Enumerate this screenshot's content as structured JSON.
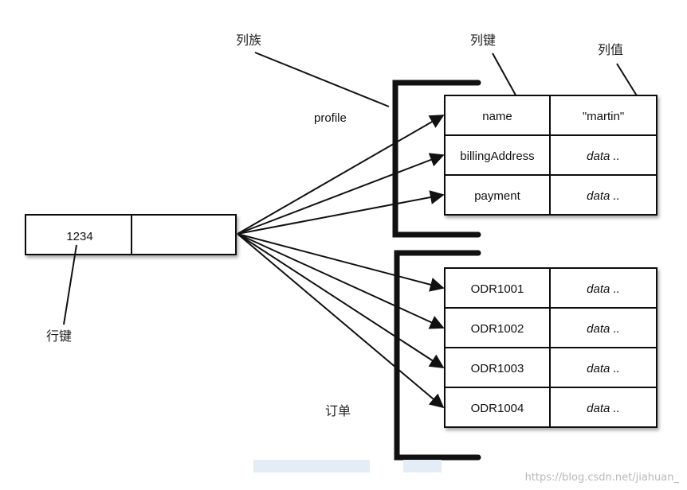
{
  "labels": {
    "column_family": "列族",
    "column_key": "列键",
    "column_value": "列值",
    "row_key": "行键",
    "orders": "订单"
  },
  "row_key_value": "1234",
  "profile": {
    "name": "profile",
    "rows": [
      {
        "key": "name",
        "value": "\"martin\""
      },
      {
        "key": "billingAddress",
        "value": "data .."
      },
      {
        "key": "payment",
        "value": "data .."
      }
    ]
  },
  "orders": {
    "rows": [
      {
        "key": "ODR1001",
        "value": "data .."
      },
      {
        "key": "ODR1002",
        "value": "data .."
      },
      {
        "key": "ODR1003",
        "value": "data .."
      },
      {
        "key": "ODR1004",
        "value": "data .."
      }
    ]
  },
  "watermark": "https://blog.csdn.net/jiahuan_"
}
